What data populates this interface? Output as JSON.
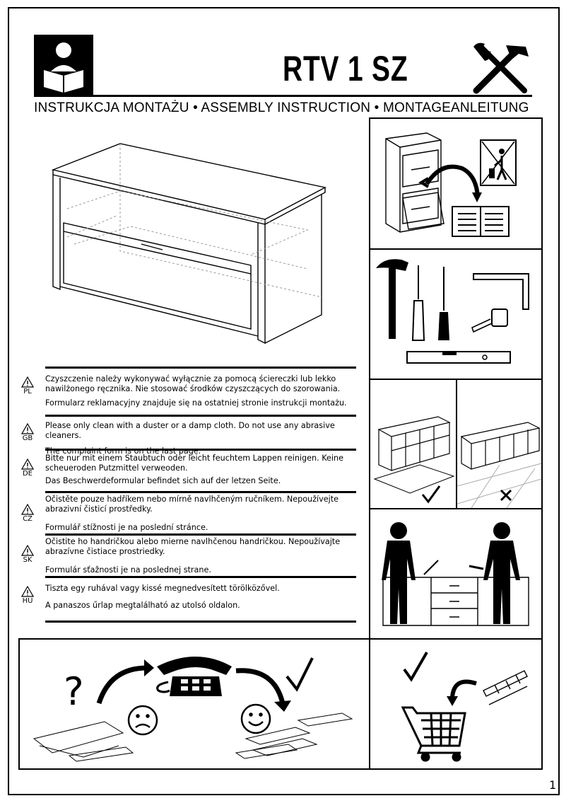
{
  "header": {
    "title": "RTV 1 SZ",
    "subtitle": "INSTRUKCJA MONTAŻU • ASSEMBLY INSTRUCTION • MONTAGEANLEITUNG"
  },
  "notes": [
    {
      "code": "PL",
      "text1": "Czyszczenie należy wykonywać wyłącznie za pomocą ściereczki lub lekko nawilżonego ręcznika. Nie stosować środków czyszczących do szorowania.",
      "text2": "Formularz reklamacyjny znajduje się na ostatniej stronie instrukcji montażu."
    },
    {
      "code": "GB",
      "text1": "Please only clean with a duster or a damp cloth. Do not use any abrasive cleaners.",
      "text2": "The complaint form is on the last page."
    },
    {
      "code": "DE",
      "text1": "Bitte nur mit einem Staubtuch oder leicht feuchtem Lappen reinigen. Keine scheueroden Putzmittel verweoden.",
      "text2": "Das Beschwerdeformular befindet sich auf der letzen Seite."
    },
    {
      "code": "CZ",
      "text1": "Očistěte pouze hadříkem nebo mírně navlhčeným ručníkem. Nepoužívejte abrazivní čisticí prostředky.",
      "text2": "Formulář stížnosti je na poslední stránce."
    },
    {
      "code": "SK",
      "text1": "Očistite ho handričkou alebo mierne navlhčenou handričkou. Nepoužívajte abrazívne čistiace prostriedky.",
      "text2": "Formulár sťažnosti je na poslednej strane."
    },
    {
      "code": "HU",
      "text1": "Tiszta egy ruhával vagy kissé megnedvesített törölközővel.",
      "text2": "A panaszos űrlap megtalálható az utolsó oldalon."
    }
  ],
  "help": {
    "question_mark": "?"
  },
  "page_number": "1",
  "icons": [
    "reading-person-icon",
    "hammer-wrench-icon",
    "warning-triangle-icon",
    "telephone-icon",
    "sad-face-icon",
    "happy-face-icon",
    "checkmark-icon",
    "cross-icon",
    "shopping-cart-icon"
  ]
}
